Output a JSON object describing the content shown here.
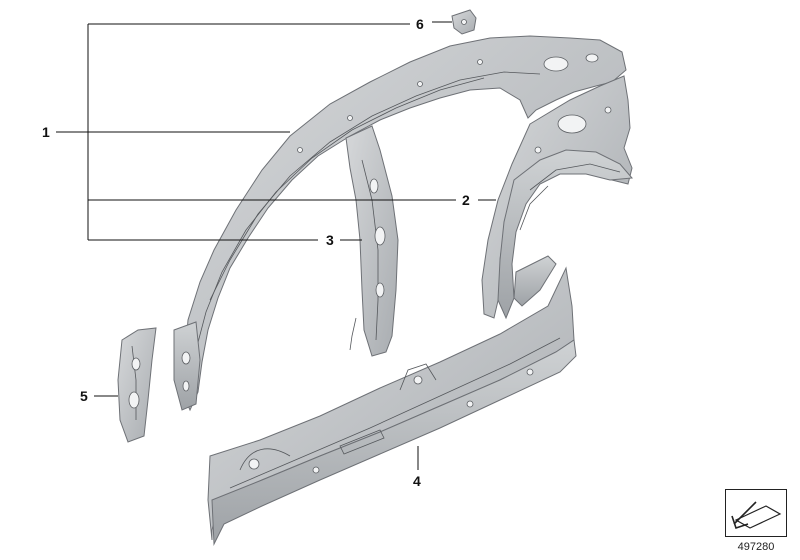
{
  "diagram": {
    "callouts": [
      {
        "id": "1",
        "label": "1"
      },
      {
        "id": "2",
        "label": "2"
      },
      {
        "id": "3",
        "label": "3"
      },
      {
        "id": "4",
        "label": "4"
      },
      {
        "id": "5",
        "label": "5"
      },
      {
        "id": "6",
        "label": "6"
      }
    ],
    "diagram_number": "497280",
    "icons": {
      "bottom_right_logo": "arrow-pointing-to-panel-icon"
    },
    "colors": {
      "part_fill": "#c4c7ca",
      "part_shade": "#a9adb1",
      "line": "#111111"
    }
  }
}
